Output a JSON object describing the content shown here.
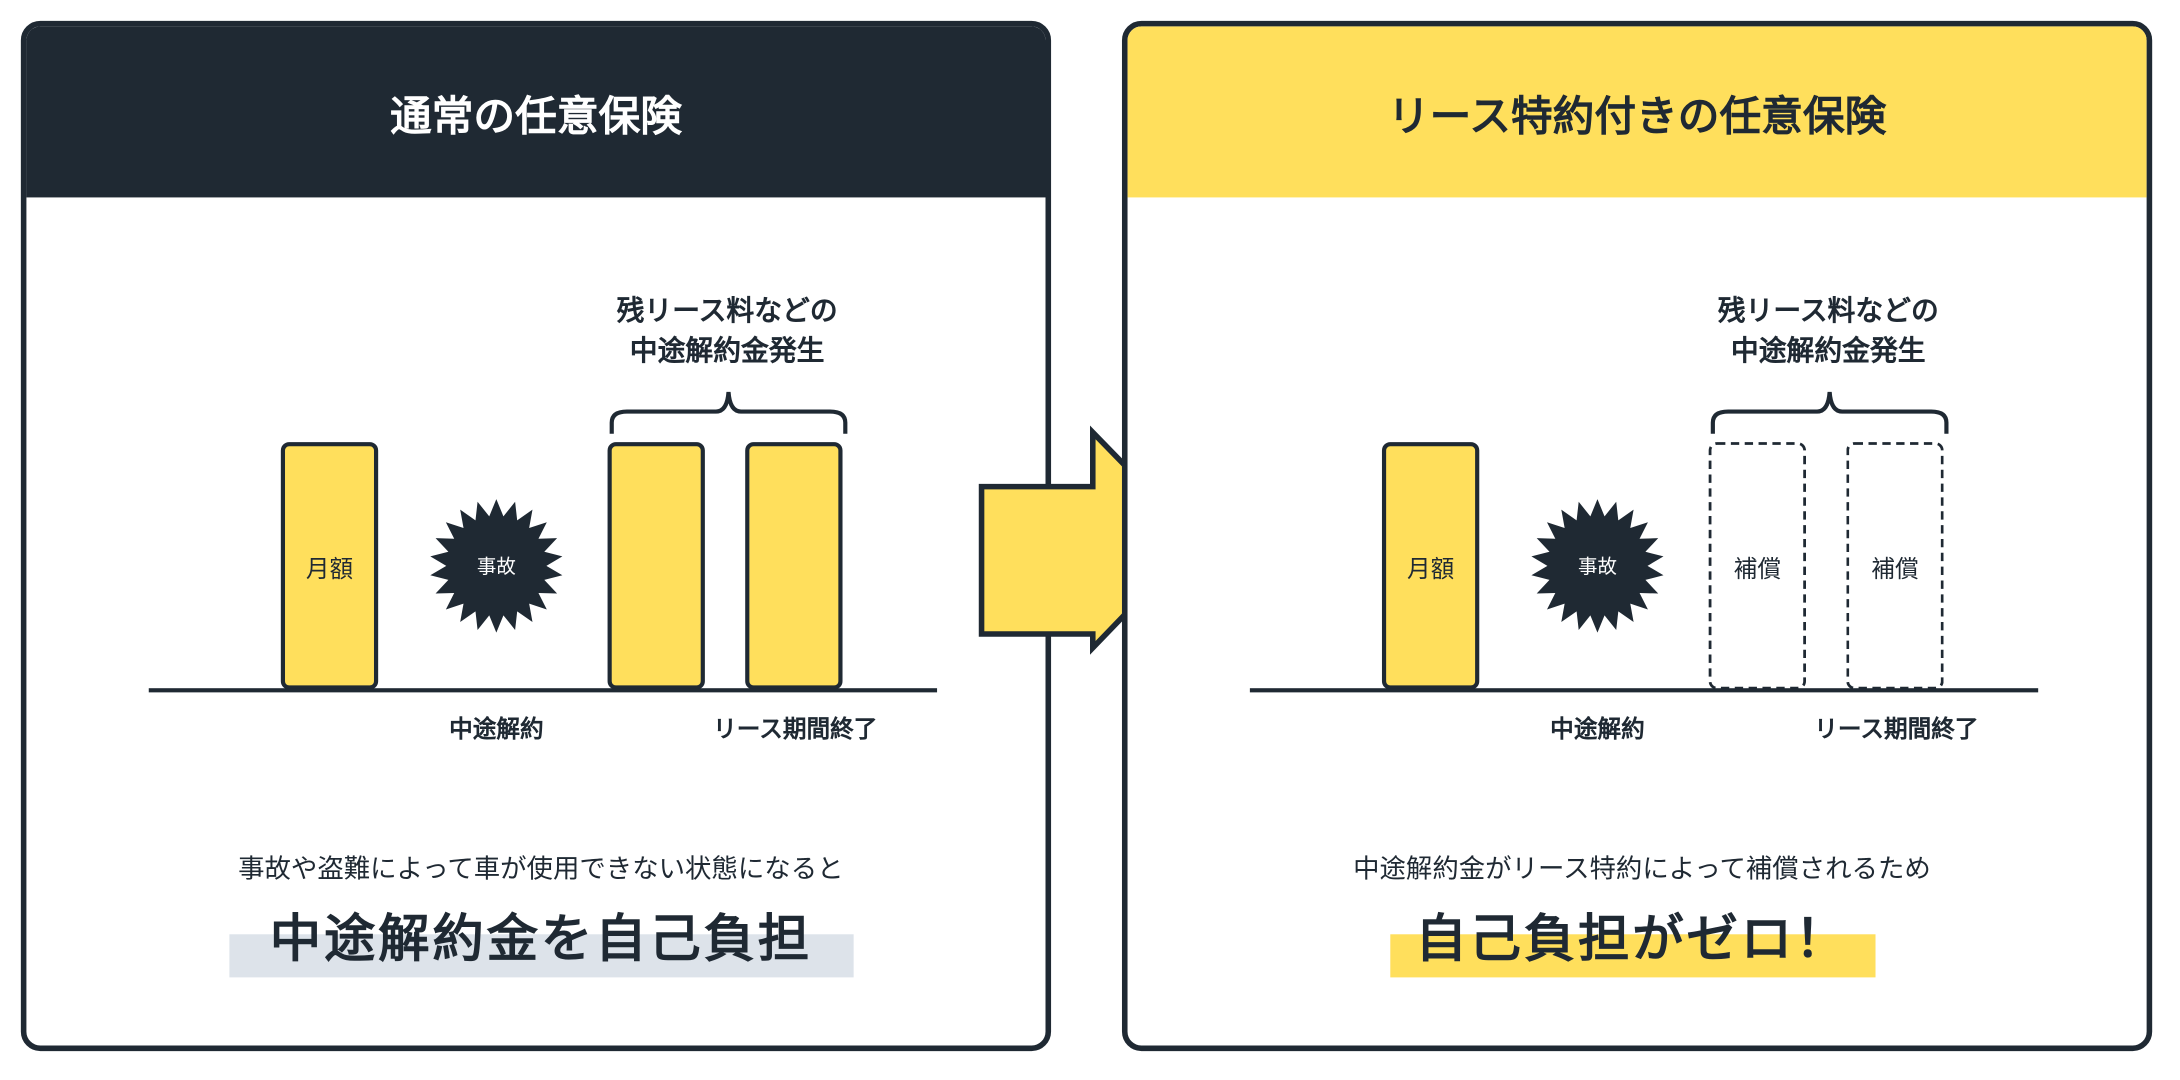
{
  "colors": {
    "dark": "#1f2933",
    "yellow": "#ffdf5c",
    "gray_highlight": "#dde3ea"
  },
  "left": {
    "title": "通常の任意保険",
    "annotation_line1": "残リース料などの",
    "annotation_line2": "中途解約金発生",
    "bar_monthly": "月額",
    "accident": "事故",
    "label_termination": "中途解約",
    "label_end": "リース期間終了",
    "caption": "事故や盗難によって車が使用できない状態になると",
    "headline": "中途解約金を自己負担"
  },
  "right": {
    "title": "リース特約付きの任意保険",
    "annotation_line1": "残リース料などの",
    "annotation_line2": "中途解約金発生",
    "bar_monthly": "月額",
    "accident": "事故",
    "compensation_1": "補償",
    "compensation_2": "補償",
    "label_termination": "中途解約",
    "label_end": "リース期間終了",
    "caption": "中途解約金がリース特約によって補償されるため",
    "headline": "自己負担がゼロ！"
  }
}
